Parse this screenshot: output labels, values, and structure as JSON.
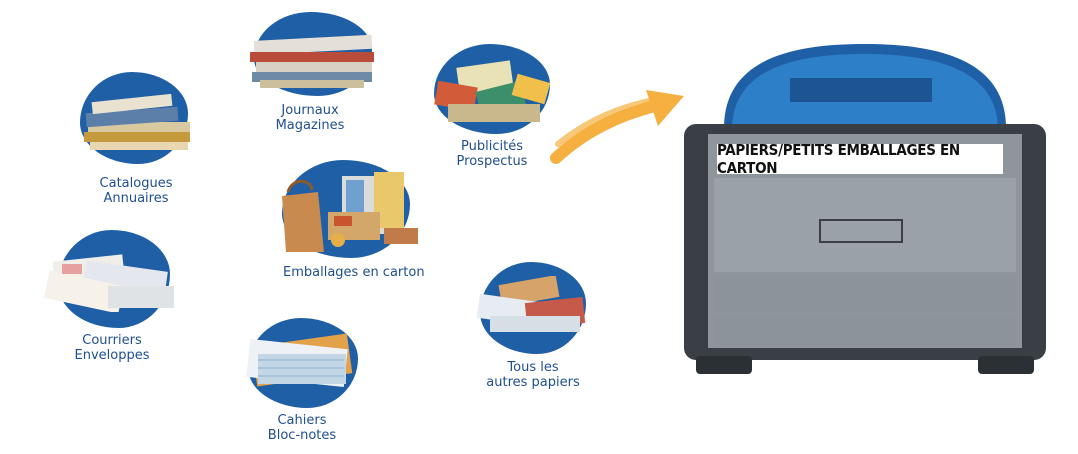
{
  "bin": {
    "label": "PAPIERS/PETITS EMBALLAGES EN CARTON"
  },
  "items": {
    "catalogues": {
      "line1": "Catalogues",
      "line2": "Annuaires"
    },
    "journaux": {
      "line1": "Journaux",
      "line2": "Magazines"
    },
    "publicites": {
      "line1": "Publicités",
      "line2": "Prospectus"
    },
    "emballages": {
      "line1": "Emballages en carton"
    },
    "courriers": {
      "line1": "Courriers",
      "line2": "Enveloppes"
    },
    "cahiers": {
      "line1": "Cahiers",
      "line2": "Bloc-notes"
    },
    "autres": {
      "line1": "Tous les",
      "line2": "autres papiers"
    }
  },
  "colors": {
    "blob": "#1f5fa6",
    "arrow": "#f5b040",
    "bin_lid": "#2d7fc8",
    "bin_body": "#8e969c",
    "label_text": "#1f4f8f"
  }
}
